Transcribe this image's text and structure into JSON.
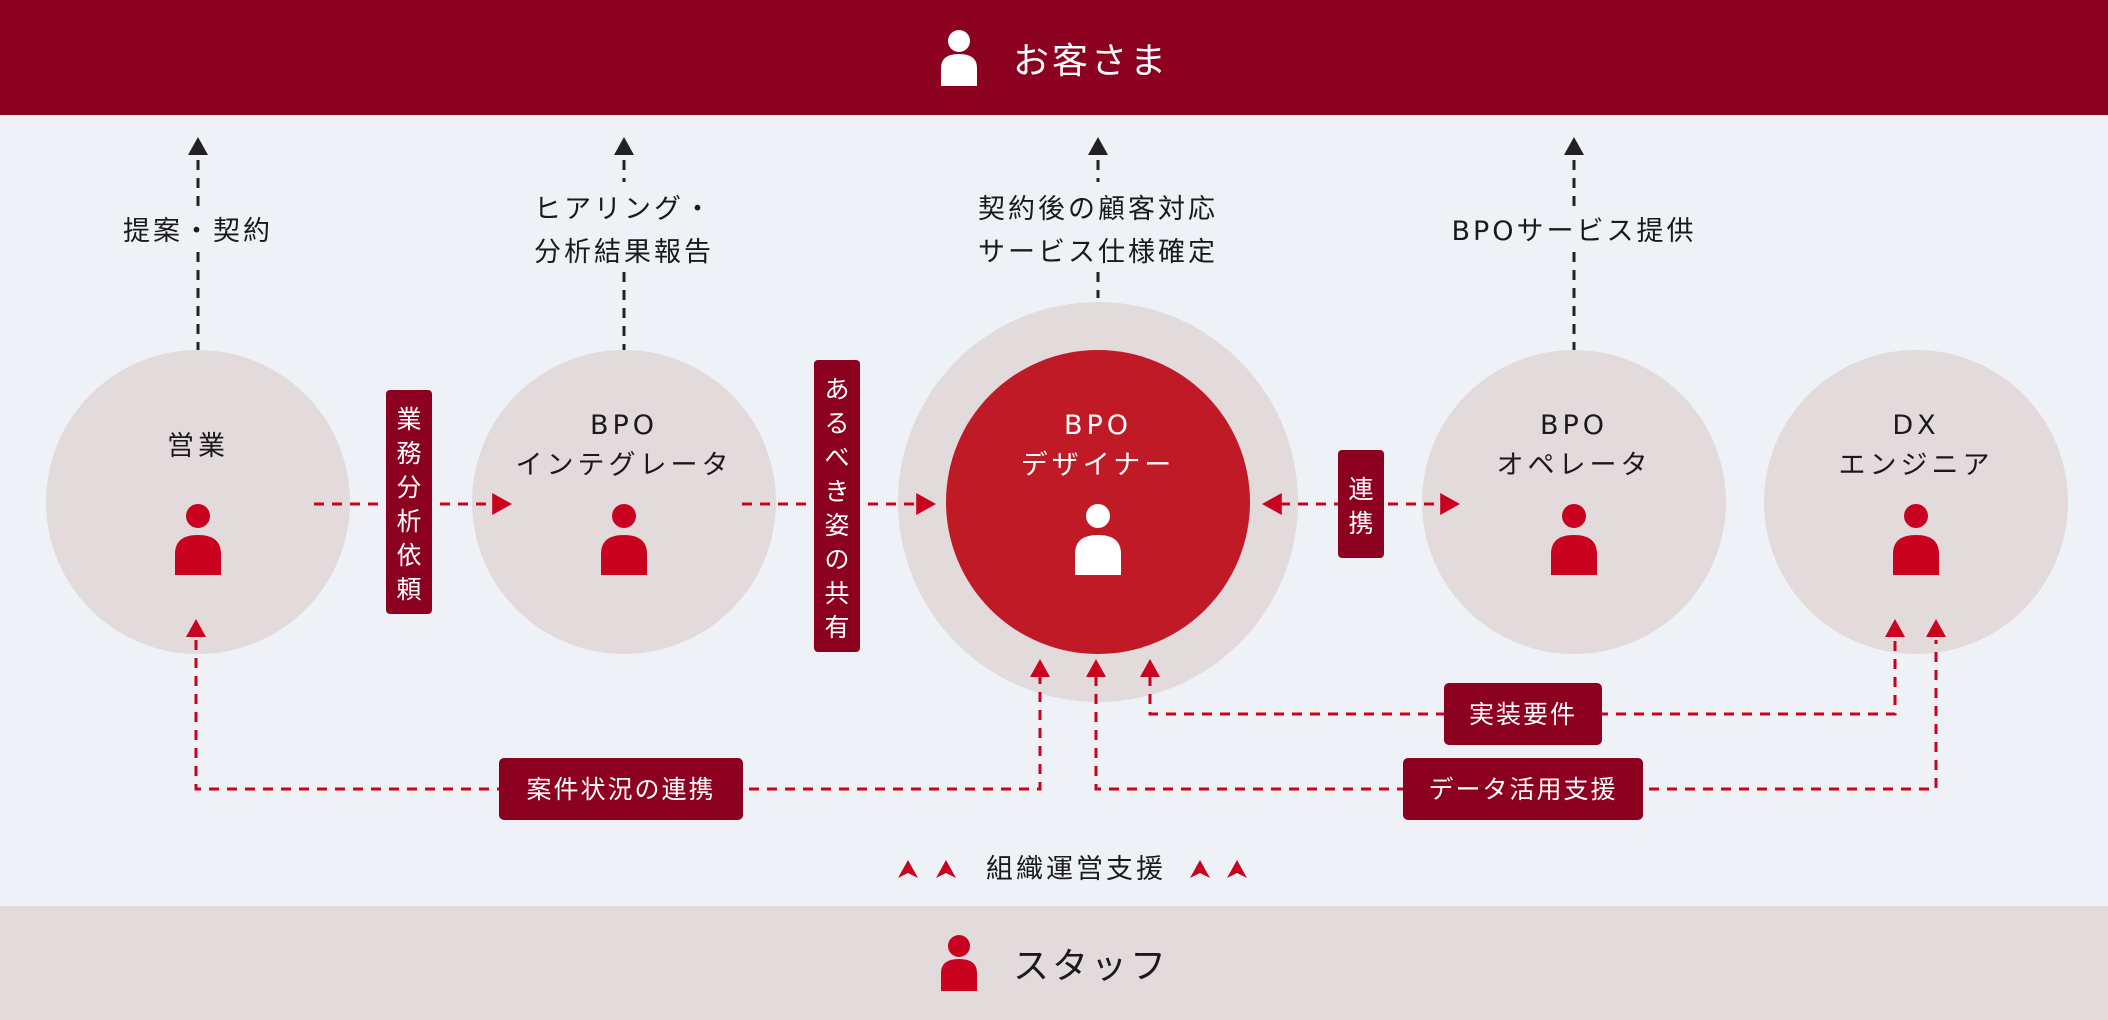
{
  "header": {
    "title": "お客さま",
    "icon": "person-icon"
  },
  "footer": {
    "title": "スタッフ",
    "icon": "person-icon"
  },
  "nodes": [
    {
      "id": "sales",
      "lines": [
        "営業"
      ]
    },
    {
      "id": "integrator",
      "lines": [
        "BPO",
        "インテグレータ"
      ]
    },
    {
      "id": "designer",
      "lines": [
        "BPO",
        "デザイナー"
      ]
    },
    {
      "id": "operator",
      "lines": [
        "BPO",
        "オペレータ"
      ]
    },
    {
      "id": "dx",
      "lines": [
        "DX",
        "エンジニア"
      ]
    }
  ],
  "customer_flows": [
    {
      "lines": [
        "提案・契約"
      ]
    },
    {
      "lines": [
        "ヒアリング・",
        "分析結果報告"
      ]
    },
    {
      "lines": [
        "契約後の顧客対応",
        "サービス仕様確定"
      ]
    },
    {
      "lines": [
        "BPOサービス提供"
      ]
    }
  ],
  "links": {
    "analysis_request": "業務分析依頼",
    "ideal_share": "あるべき姿の共有",
    "cooperation": "連携",
    "case_status": "案件状況の連携",
    "implementation": "実装要件",
    "data_support": "データ活用支援"
  },
  "org_support": "組織運営支援",
  "colors": {
    "dark_red": "#8d0120",
    "red": "#c9021f",
    "designer_red": "#c01a27",
    "node_bg": "#e2dadb",
    "panel_bg": "#eef2f6",
    "arrow_dark": "#222222"
  }
}
